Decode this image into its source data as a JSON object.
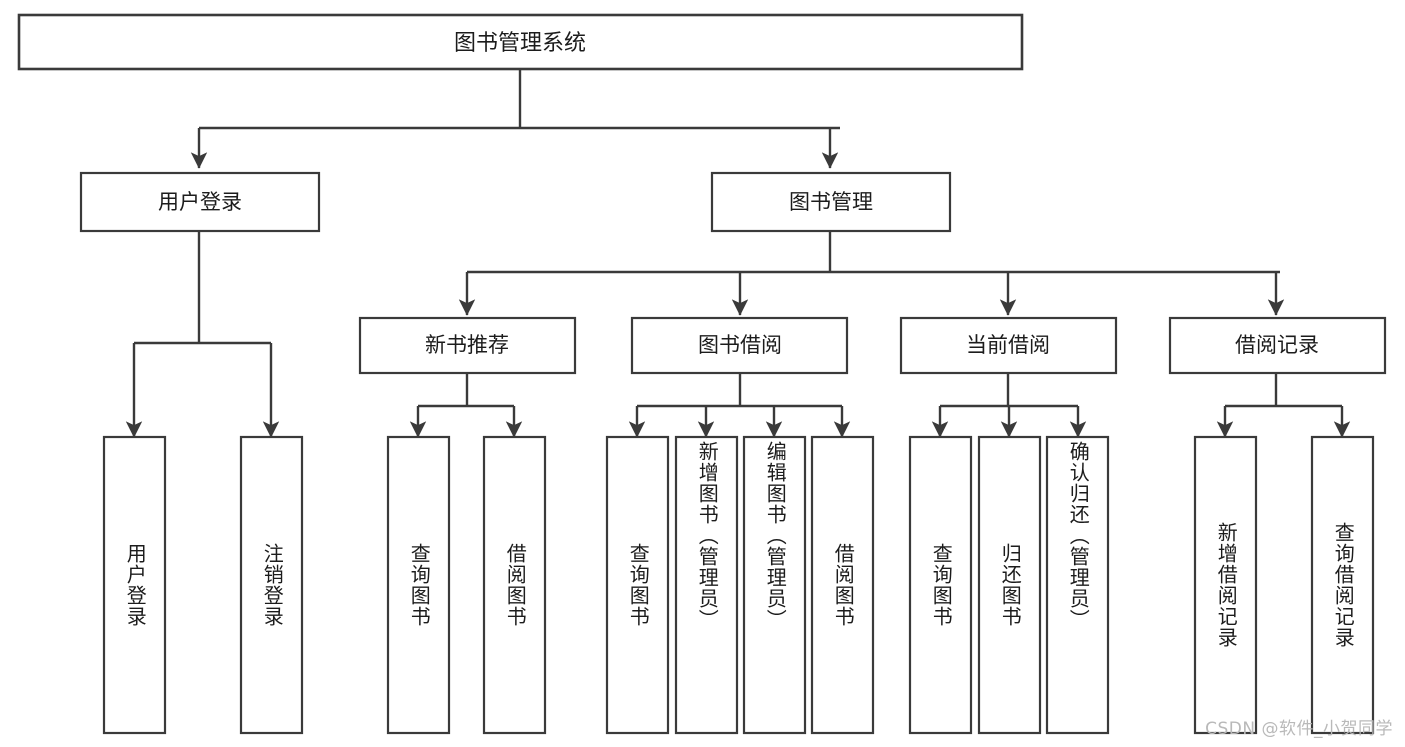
{
  "diagram": {
    "type": "tree-hierarchy-chart",
    "title": "图书管理系统",
    "watermark": "CSDN @软件_小贺同学",
    "colors": {
      "stroke": "#3a3a3a",
      "fill": "#ffffff",
      "text": "#1c1c1c",
      "watermark": "#b9b9b9"
    },
    "levels": {
      "level1": {
        "label": "图书管理系统"
      },
      "level2": [
        {
          "id": "user-login",
          "label": "用户登录"
        },
        {
          "id": "book-management",
          "label": "图书管理"
        }
      ],
      "level3": [
        {
          "id": "new-book-recommend",
          "label": "新书推荐",
          "parent": "book-management"
        },
        {
          "id": "book-borrow",
          "label": "图书借阅",
          "parent": "book-management"
        },
        {
          "id": "current-borrow",
          "label": "当前借阅",
          "parent": "book-management"
        },
        {
          "id": "borrow-record",
          "label": "借阅记录",
          "parent": "book-management"
        }
      ],
      "level4": [
        {
          "id": "leaf-user-login",
          "label": "用户登录",
          "parent": "user-login"
        },
        {
          "id": "leaf-logout-login",
          "label": "注销登录",
          "parent": "user-login"
        },
        {
          "id": "leaf-query-book-1",
          "label": "查询图书",
          "parent": "new-book-recommend"
        },
        {
          "id": "leaf-borrow-book-1",
          "label": "借阅图书",
          "parent": "new-book-recommend"
        },
        {
          "id": "leaf-query-book-2",
          "label": "查询图书",
          "parent": "book-borrow"
        },
        {
          "id": "leaf-add-book",
          "label": "新增图书（管理员）",
          "parent": "book-borrow"
        },
        {
          "id": "leaf-edit-book",
          "label": "编辑图书（管理员）",
          "parent": "book-borrow"
        },
        {
          "id": "leaf-borrow-book-2",
          "label": "借阅图书",
          "parent": "book-borrow"
        },
        {
          "id": "leaf-query-book-3",
          "label": "查询图书",
          "parent": "current-borrow"
        },
        {
          "id": "leaf-return-book",
          "label": "归还图书",
          "parent": "current-borrow"
        },
        {
          "id": "leaf-confirm-return",
          "label": "确认归还（管理员）",
          "parent": "current-borrow"
        },
        {
          "id": "leaf-add-record",
          "label": "新增借阅记录",
          "parent": "borrow-record"
        },
        {
          "id": "leaf-query-record",
          "label": "查询借阅记录",
          "parent": "borrow-record"
        }
      ]
    }
  }
}
